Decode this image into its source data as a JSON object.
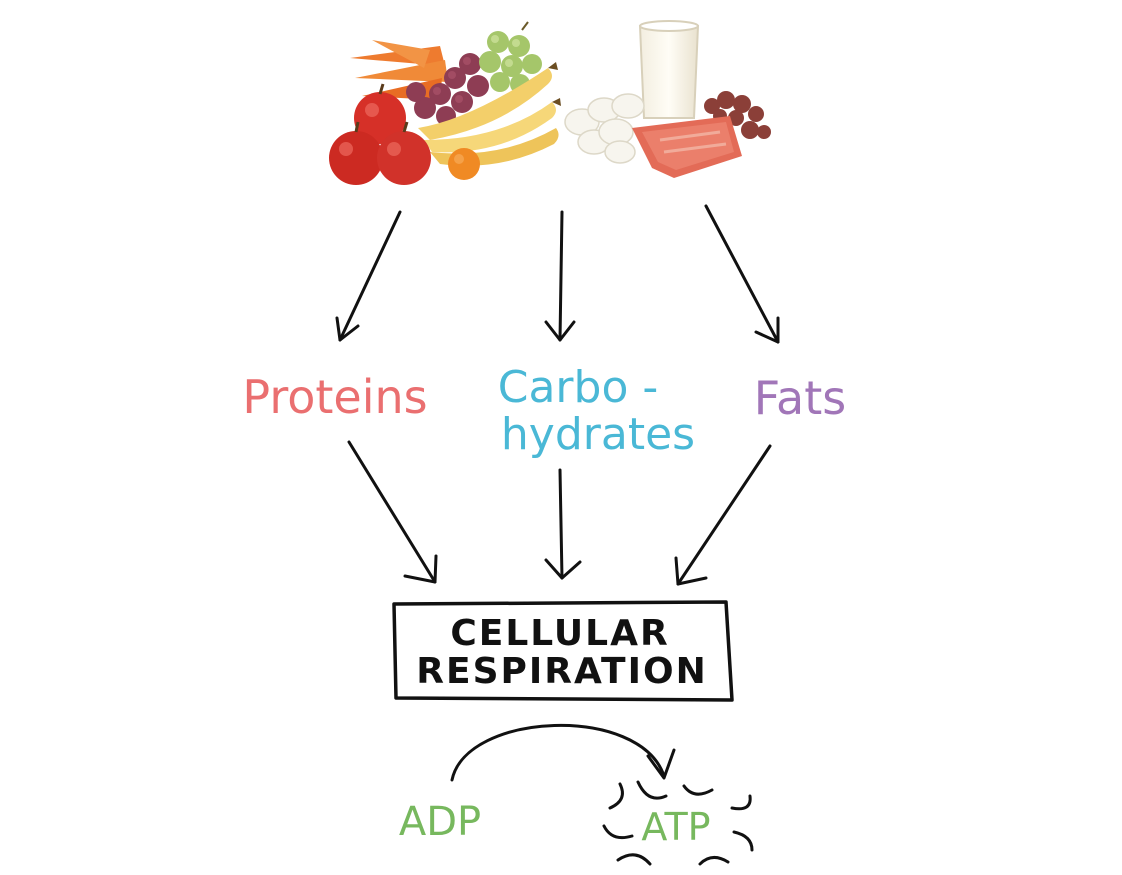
{
  "labels": {
    "proteins": "Proteins",
    "carbo_line1": "Carbo -",
    "carbo_line2": "hydrates",
    "fats": "Fats"
  },
  "process_box": {
    "line1": "CELLULAR",
    "line2": "RESPIRATION"
  },
  "energy": {
    "adp": "ADP",
    "atp": "ATP"
  },
  "colors": {
    "proteins": "#ea6f70",
    "carbohydrates": "#4ab8d6",
    "fats": "#a176b8",
    "energy": "#77b85e",
    "stroke": "#111111"
  },
  "icons": {
    "plant_foods": "fruit-vegetable-pile-icon",
    "animal_foods": "milk-eggs-meat-icon"
  }
}
